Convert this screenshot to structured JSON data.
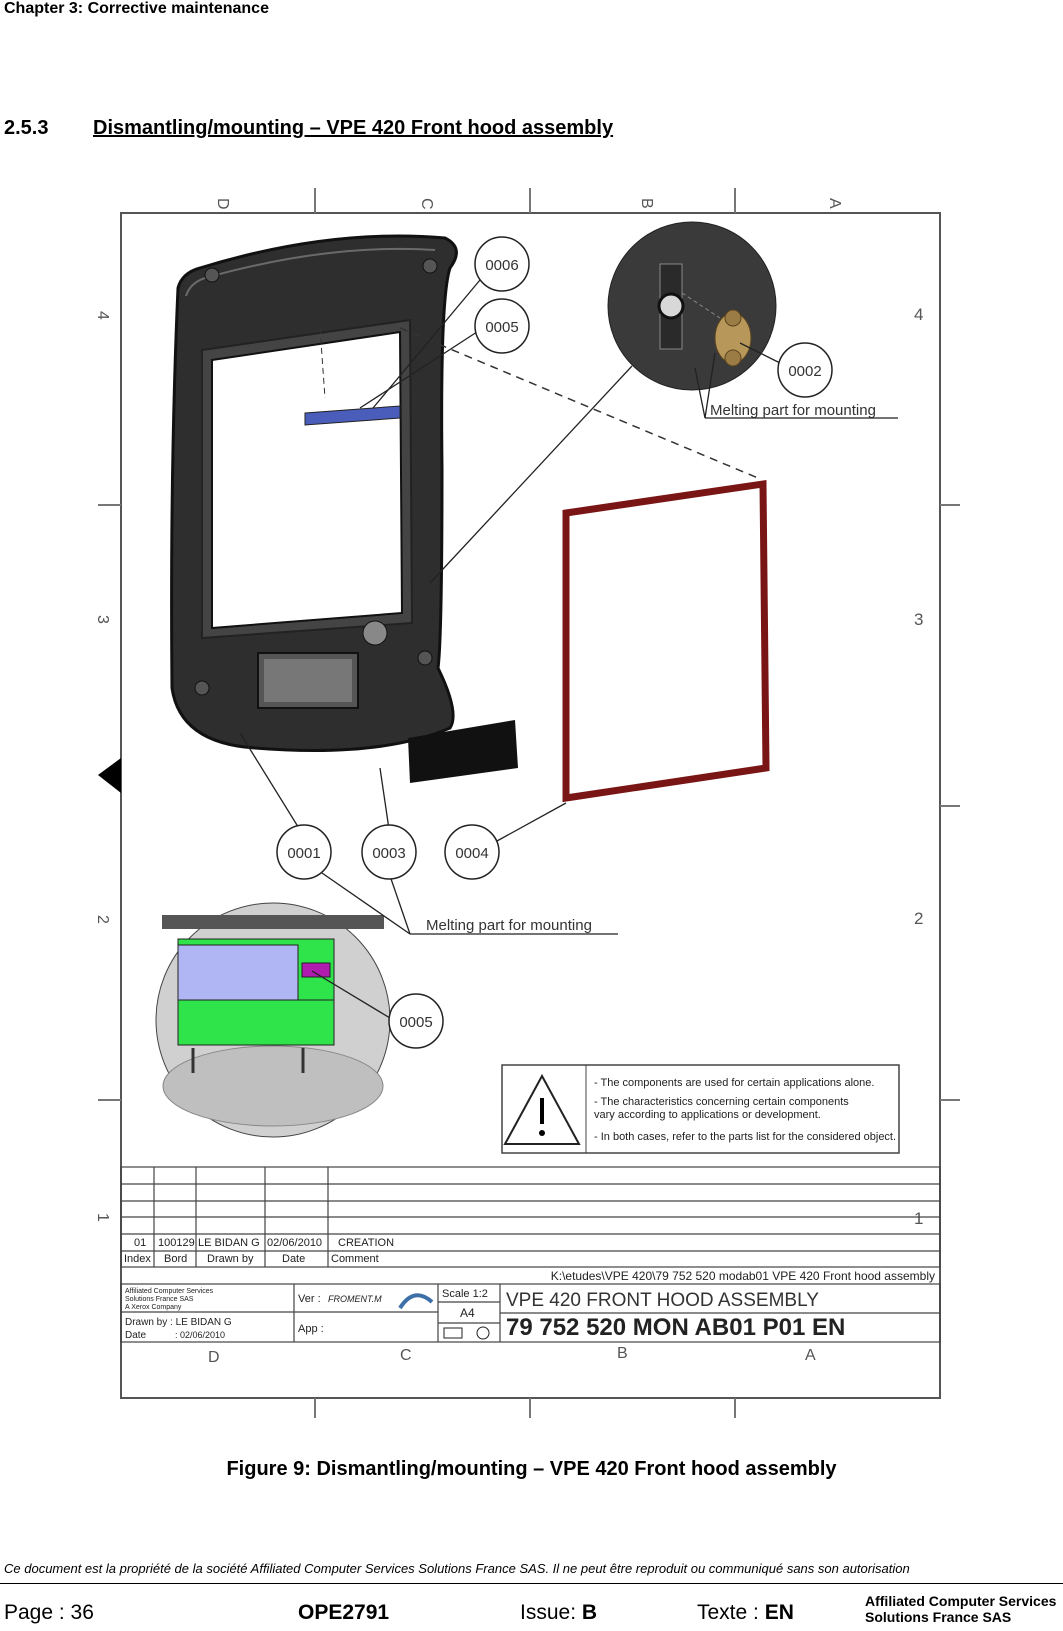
{
  "header": {
    "chapter": "Chapter 3: Corrective maintenance"
  },
  "section": {
    "number": "2.5.3",
    "title": "Dismantling/mounting – VPE 420 Front hood assembly"
  },
  "drawing": {
    "col_letters": [
      "D",
      "C",
      "B",
      "A"
    ],
    "row_numbers": [
      "4",
      "3",
      "2",
      "1"
    ],
    "callouts": [
      "0006",
      "0005",
      "0002",
      "0001",
      "0003",
      "0004",
      "0005"
    ],
    "melting_label": "Melting part for mounting",
    "warning_lines": [
      "- The components are used for certain applications alone.",
      "- The characteristics concerning certain components",
      "vary according to applications or development.",
      "- In both cases, refer to the parts list for the considered object."
    ],
    "revision": {
      "index": "01",
      "bord": "100129",
      "drawn_by": "LE BIDAN G",
      "date": "02/06/2010",
      "comment": "CREATION"
    },
    "revision_headers": [
      "Index",
      "Bord",
      "Drawn by",
      "Date",
      "Comment"
    ],
    "file_path": "K:\\etudes\\VPE 420\\79 752 520 modab01 VPE 420 Front hood assembly",
    "company_block": [
      "Affiliated Computer Services",
      "Solutions France SAS",
      "A Xerox Company"
    ],
    "ver_label": "Ver :",
    "ver_value": "FROMENT.M",
    "drawn_by_label": "Drawn by : LE BIDAN G",
    "date_label": "Date",
    "date_value": ": 02/06/2010",
    "app_label": "App :",
    "scale": "Scale 1:2",
    "format": "A4",
    "drawing_title": "VPE 420 FRONT HOOD ASSEMBLY",
    "drawing_number": "79 752 520 MON AB01 P01 EN"
  },
  "figure": {
    "caption": "Figure 9: Dismantling/mounting – VPE 420 Front hood assembly"
  },
  "footer": {
    "copyright": "Ce document est la propriété de la société Affiliated Computer Services Solutions France SAS. Il ne peut être reproduit ou communiqué sans son autorisation",
    "page_label": "Page : 36",
    "doc_ref": "OPE2791",
    "issue_label": "Issue: ",
    "issue_value": "B",
    "texte_label": "Texte : ",
    "texte_value": "EN",
    "company_line1": "Affiliated Computer Services",
    "company_line2": "Solutions France SAS"
  }
}
